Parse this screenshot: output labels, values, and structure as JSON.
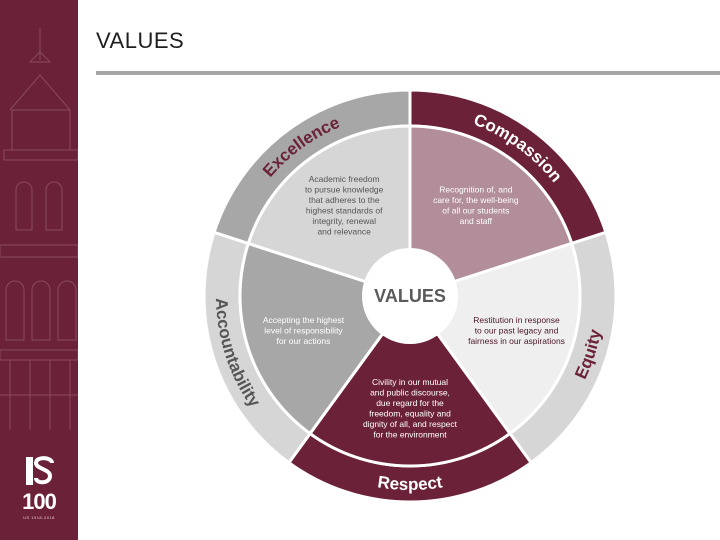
{
  "slide": {
    "title": "VALUES"
  },
  "logo": {
    "number": "100",
    "subtext": "US 1918-2018"
  },
  "wheel": {
    "center_label": "VALUES",
    "segments": [
      {
        "name": "Compassion",
        "description": [
          "Recognition of, and",
          "care for, the well-being",
          "of all our students",
          "and staff"
        ]
      },
      {
        "name": "Equity",
        "description": [
          "Restitution in response",
          "to our past legacy and",
          "fairness in our aspirations"
        ]
      },
      {
        "name": "Respect",
        "description": [
          "Civility in our mutual",
          "and public discourse,",
          "due regard for the",
          "freedom, equality and",
          "dignity of all, and respect",
          "for the environment"
        ]
      },
      {
        "name": "Accountability",
        "description": [
          "Accepting the highest",
          "level of responsibility",
          "for our actions"
        ]
      },
      {
        "name": "Excellence",
        "description": [
          "Academic freedom",
          "to pursue knowledge",
          "that adheres to the",
          "highest standards of",
          "integrity, renewal",
          "and relevance"
        ]
      }
    ]
  },
  "colors": {
    "maroon": "#6b2238",
    "light_maroon": "#b18e99",
    "gray": "#a7a7a7",
    "light_gray": "#d6d6d6",
    "very_light_gray": "#efefef",
    "mid_gray": "#c2c2c2"
  }
}
